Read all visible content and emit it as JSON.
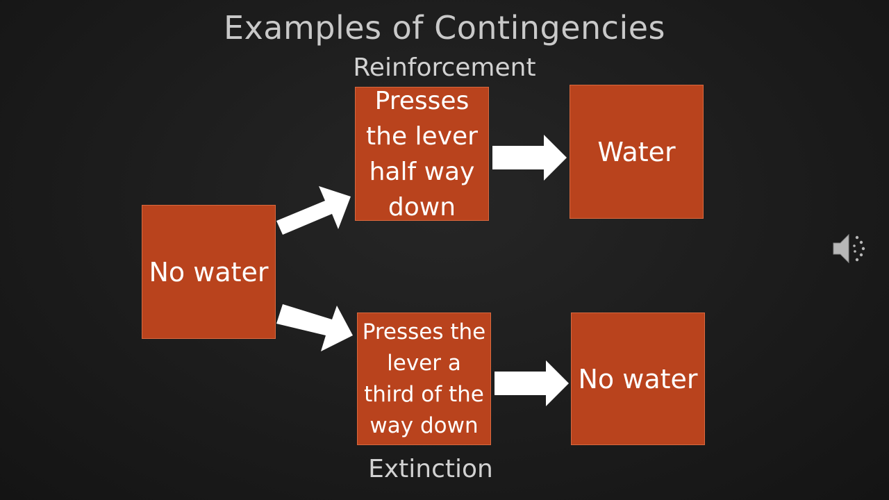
{
  "slide": {
    "title": "Examples of Contingencies",
    "label_top": "Reinforcement",
    "label_bottom": "Extinction"
  },
  "boxes": {
    "start": "No water",
    "behavior_top": "Presses the lever half way down",
    "result_top": "Water",
    "behavior_bottom": "Presses the lever a third of the way down",
    "result_bottom": "No water"
  },
  "colors": {
    "box_fill": "#b9431d",
    "arrow_fill": "#ffffff",
    "background": "#1a1a1a"
  },
  "icons": {
    "audio": "speaker-icon"
  }
}
